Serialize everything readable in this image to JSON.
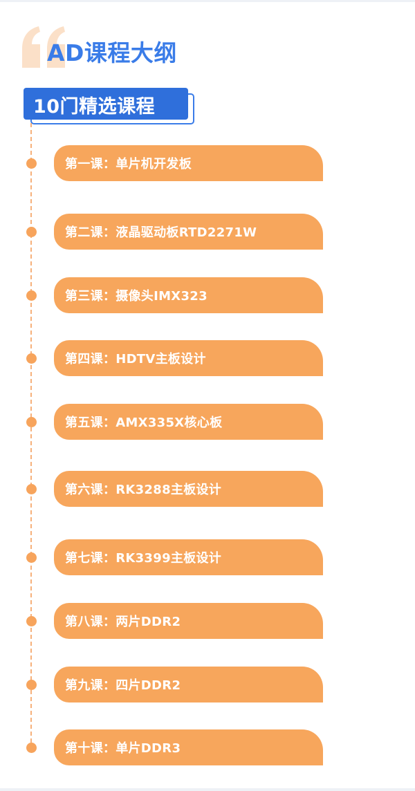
{
  "header": {
    "title": "AD课程大纲",
    "quote_icon": "quote-icon",
    "accent_color": "#3a7ce8",
    "quote_color": "#fbe0c8"
  },
  "badge": {
    "label": "10门精选课程",
    "fill_color": "#2f6fdb"
  },
  "timeline": {
    "dot_color": "#f7a45c",
    "pill_color": "#f7a65c",
    "lessons": [
      {
        "label": "第一课：单片机开发板"
      },
      {
        "label": "第二课：液晶驱动板RTD2271W"
      },
      {
        "label": "第三课：摄像头IMX323"
      },
      {
        "label": "第四课：HDTV主板设计"
      },
      {
        "label": "第五课：AMX335X核心板"
      },
      {
        "label": "第六课：RK3288主板设计"
      },
      {
        "label": "第七课：RK3399主板设计"
      },
      {
        "label": "第八课：两片DDR2"
      },
      {
        "label": "第九课：四片DDR2"
      },
      {
        "label": "第十课：单片DDR3"
      }
    ]
  }
}
